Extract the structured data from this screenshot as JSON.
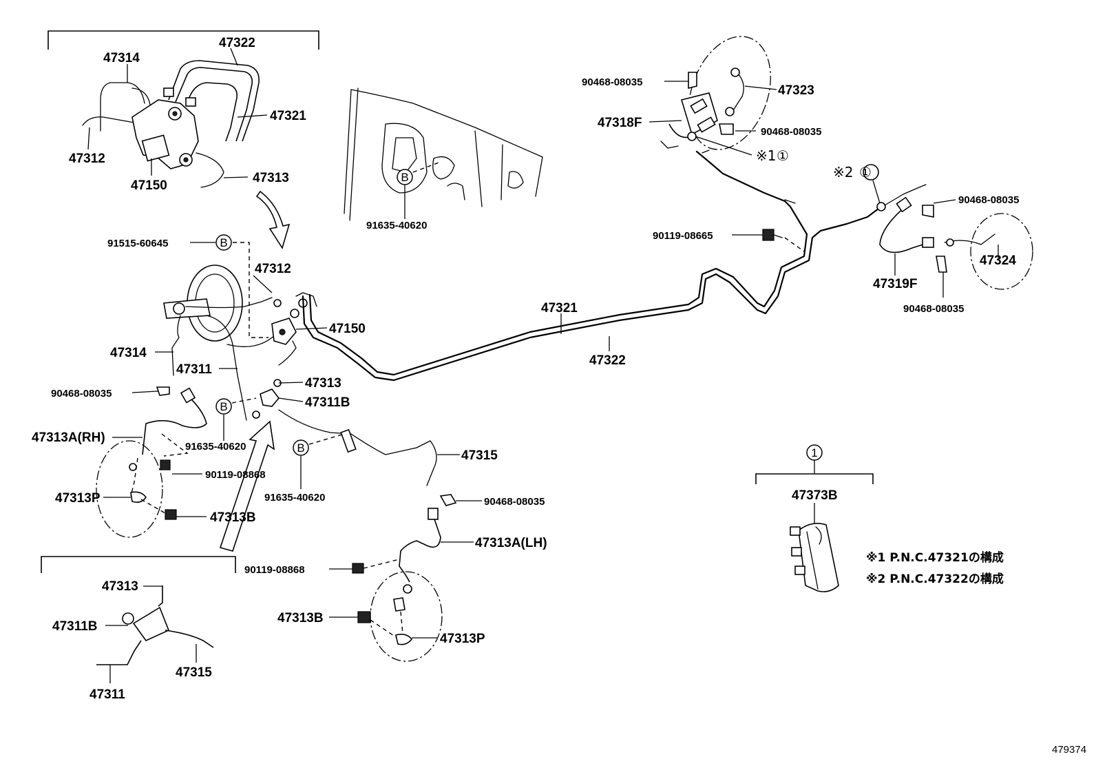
{
  "diagram_id": "479374",
  "parts": {
    "p47322_top": "47322",
    "p47314_top": "47314",
    "p47321_top": "47321",
    "p47312_top": "47312",
    "p47150_top": "47150",
    "p47313_top": "47313",
    "p91515": "91515-60645",
    "p47312_mid": "47312",
    "p47150_mid": "47150",
    "p47314_mid": "47314",
    "p47311_mid": "47311",
    "p47313_mid": "47313",
    "p47311B_mid": "47311B",
    "p90468_left": "90468-08035",
    "p47313A_RH": "47313A(RH)",
    "p91635_mid": "91635-40620",
    "p90119_upper": "90119-08868",
    "p47313P_left": "47313P",
    "p47313B_left": "47313B",
    "p91635_low": "91635-40620",
    "p47315_mid": "47315",
    "p90468_lower": "90468-08035",
    "p47313A_LH": "47313A(LH)",
    "p90119_lower": "90119-08868",
    "p47313B_right": "47313B",
    "p47313P_right": "47313P",
    "p47313_inset": "47313",
    "p47311B_inset": "47311B",
    "p47315_inset": "47315",
    "p47311_inset": "47311",
    "p91635_top": "91635-40620",
    "p47321_main": "47321",
    "p47322_main": "47322",
    "p90468_tr1": "90468-08035",
    "p47323": "47323",
    "p47318F": "47318F",
    "p90468_tr2": "90468-08035",
    "p90119_08665": "90119-08665",
    "p90468_tr3": "90468-08035",
    "p47324": "47324",
    "p47319F": "47319F",
    "p90468_tr4": "90468-08035",
    "p47373B": "47373B"
  },
  "marks": {
    "note1_ref": "※1",
    "note2_ref": "※2",
    "circle_1": "①",
    "circle_B": "B"
  },
  "notes": {
    "note1": "※1 P.N.C.47321の構成",
    "note2": "※2 P.N.C.47322の構成"
  }
}
